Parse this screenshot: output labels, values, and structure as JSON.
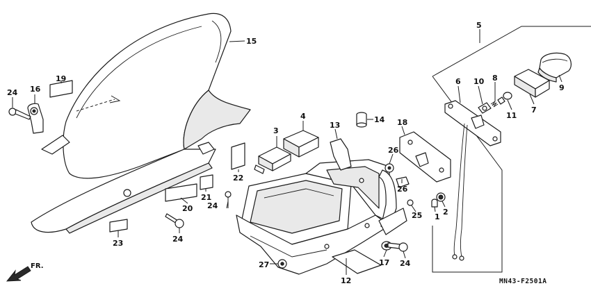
{
  "diagram": {
    "code": "MN43-F2501A",
    "direction_label": "FR.",
    "callouts": [
      "1",
      "2",
      "3",
      "4",
      "5",
      "6",
      "7",
      "8",
      "9",
      "10",
      "11",
      "12",
      "13",
      "14",
      "15",
      "16",
      "17",
      "18",
      "19",
      "20",
      "21",
      "22",
      "23",
      "24",
      "25",
      "26",
      "27"
    ],
    "callout_24": "24",
    "callout_26": "26"
  }
}
